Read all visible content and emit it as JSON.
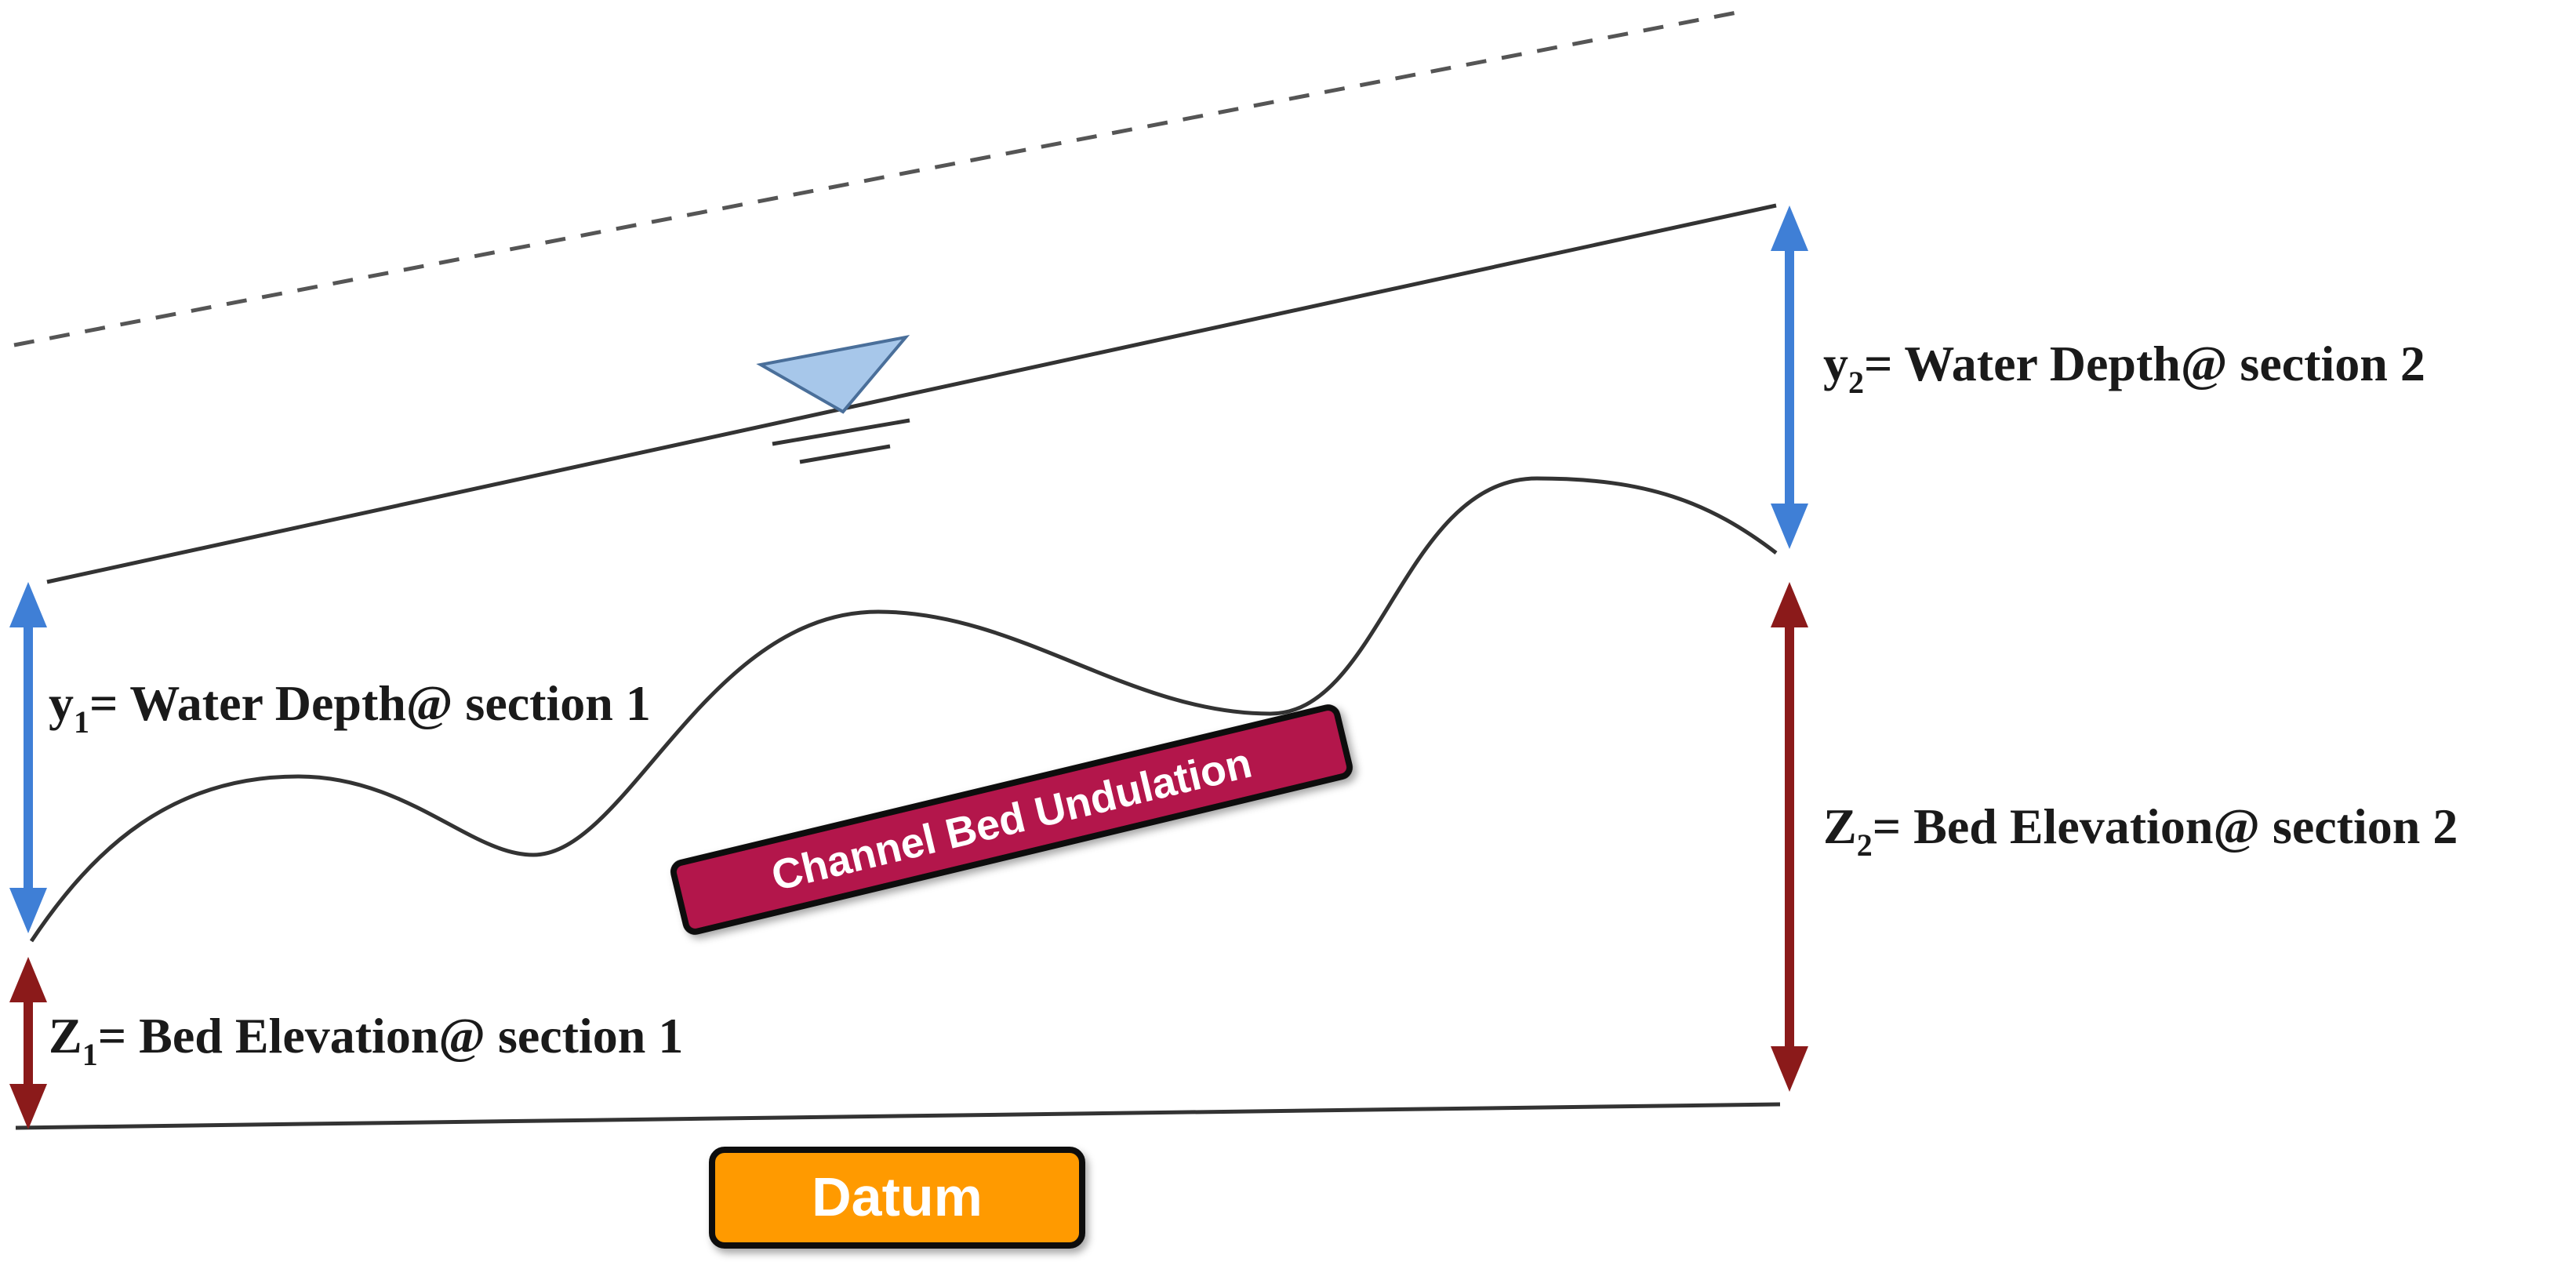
{
  "colors": {
    "water_depth_arrow": "#3f7fd6",
    "bed_elevation_arrow": "#8b1a1a",
    "water_symbol": "#a7c7ea",
    "undulation_badge": "#b3164b",
    "datum_badge": "#ff9a00",
    "line": "#333333"
  },
  "labels": {
    "y2": {
      "var": "y",
      "sub": "2",
      "text": "= Water Depth@ section 2"
    },
    "y1": {
      "var": "y",
      "sub": "1",
      "text": "= Water Depth@ section 1"
    },
    "z2": {
      "var": "Z",
      "sub": "2",
      "text": "= Bed Elevation@ section 2"
    },
    "z1": {
      "var": "Z",
      "sub": "1",
      "text": "= Bed Elevation@ section 1"
    }
  },
  "badges": {
    "undulation": "Channel Bed Undulation",
    "datum": "Datum"
  },
  "icons": {
    "water_surface": "water-surface-triangle-icon"
  }
}
